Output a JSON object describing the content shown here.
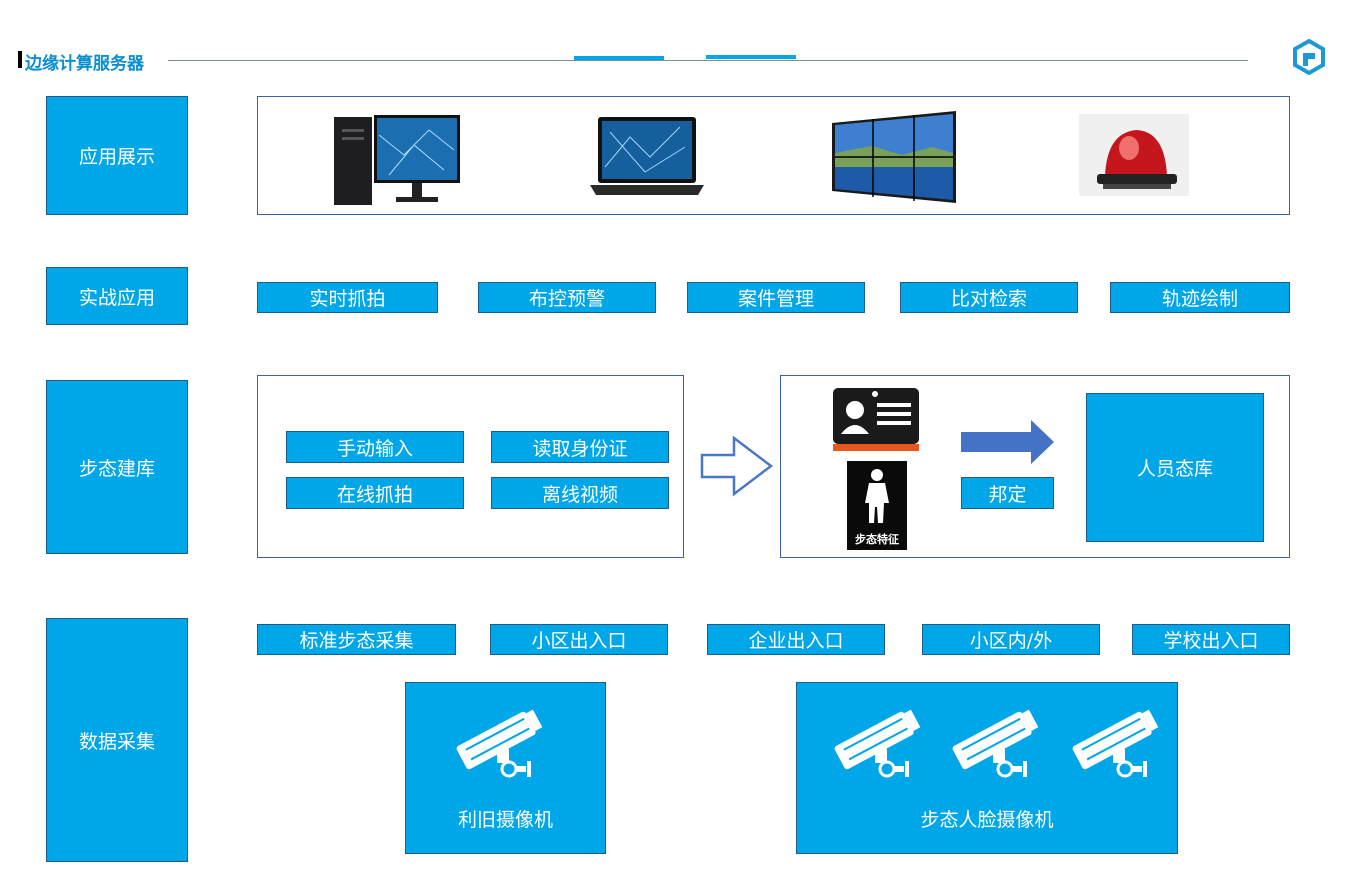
{
  "header": {
    "title": "边缘计算服务器",
    "logo_icon": "brand-logo-icon"
  },
  "layers": {
    "display": "应用展示",
    "application": "实战应用",
    "modeling": "步态建库",
    "collection": "数据采集"
  },
  "display_devices": [
    "desktop-computer-icon",
    "laptop-icon",
    "video-wall-icon",
    "alarm-light-icon"
  ],
  "applications": [
    "实时抓拍",
    "布控预警",
    "案件管理",
    "比对检索",
    "轨迹绘制"
  ],
  "modeling": {
    "inputs": [
      "手动输入",
      "读取身份证",
      "在线抓拍",
      "离线视频"
    ],
    "gait_feature": "步态特征",
    "bind": "邦定",
    "library": "人员态库"
  },
  "collection": {
    "sources": [
      "标准步态采集",
      "小区出入口",
      "企业出入口",
      "小区内/外",
      "学校出入口"
    ],
    "legacy_camera": "利旧摄像机",
    "gait_face_camera": "步态人脸摄像机"
  },
  "colors": {
    "accent": "#00a7e8",
    "border": "#3a63a6",
    "title": "#0a8fd0"
  }
}
